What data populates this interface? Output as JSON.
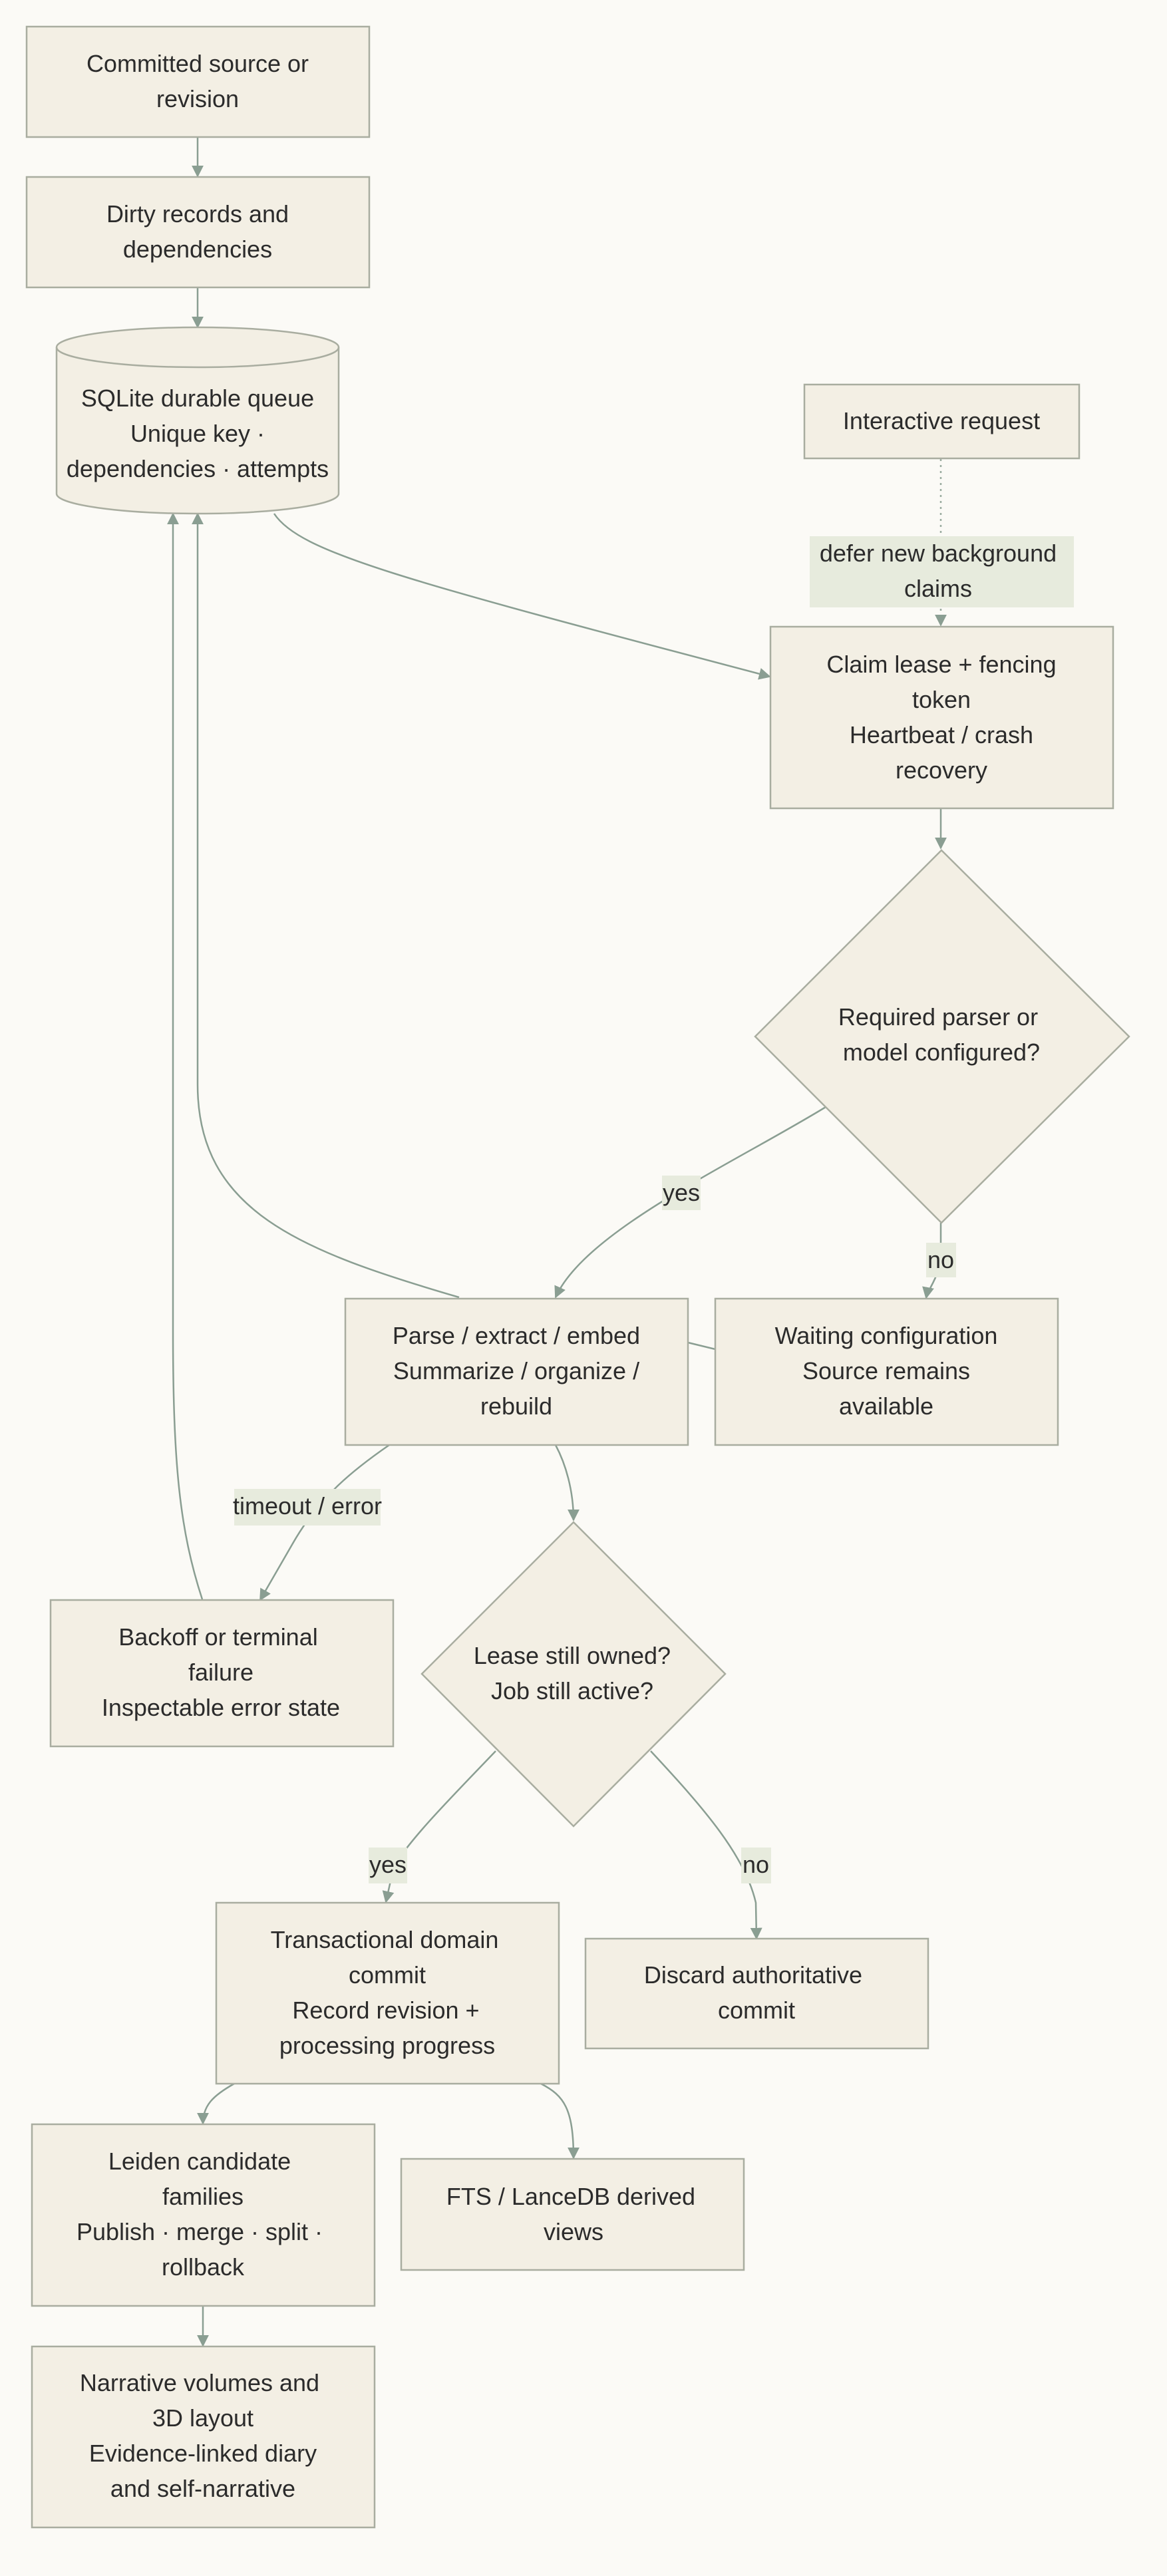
{
  "nodes": {
    "committed_source": {
      "lines": [
        "Committed source or",
        "revision"
      ]
    },
    "dirty_records": {
      "lines": [
        "Dirty records and",
        "dependencies"
      ]
    },
    "durable_queue": {
      "lines": [
        "SQLite durable queue",
        "Unique key ·",
        "dependencies · attempts"
      ]
    },
    "interactive_request": {
      "lines": [
        "Interactive request"
      ]
    },
    "claim_lease": {
      "lines": [
        "Claim lease + fencing",
        "token",
        "Heartbeat / crash",
        "recovery"
      ]
    },
    "parser_configured": {
      "lines": [
        "Required parser or",
        "model configured?"
      ]
    },
    "parse_extract": {
      "lines": [
        "Parse / extract / embed",
        "Summarize / organize /",
        "rebuild"
      ]
    },
    "waiting_configuration": {
      "lines": [
        "Waiting configuration",
        "Source remains",
        "available"
      ]
    },
    "backoff_failure": {
      "lines": [
        "Backoff or terminal",
        "failure",
        "Inspectable error state"
      ]
    },
    "lease_owned": {
      "lines": [
        "Lease still owned?",
        "Job still active?"
      ]
    },
    "transactional_commit": {
      "lines": [
        "Transactional domain",
        "commit",
        "Record revision +",
        "processing progress"
      ]
    },
    "discard_commit": {
      "lines": [
        "Discard authoritative",
        "commit"
      ]
    },
    "leiden_families": {
      "lines": [
        "Leiden candidate",
        "families",
        "Publish · merge · split ·",
        "rollback"
      ]
    },
    "derived_views": {
      "lines": [
        "FTS / LanceDB derived",
        "views"
      ]
    },
    "narrative_volumes": {
      "lines": [
        "Narrative volumes and",
        "3D layout",
        "Evidence-linked diary",
        "and self-narrative"
      ]
    }
  },
  "edge_labels": {
    "defer_claims": [
      "defer new background",
      "claims"
    ],
    "yes_configured": [
      "yes"
    ],
    "no_configured": [
      "no"
    ],
    "timeout_error": [
      "timeout / error"
    ],
    "yes_owned": [
      "yes"
    ],
    "no_owned": [
      "no"
    ]
  },
  "colors": {
    "node_fill": "#f3efe4",
    "node_stroke": "#a9ada0",
    "edge": "#8a9e92",
    "label_bg": "#e7ebdd",
    "text": "#2b2b2b",
    "background": "#fbfaf6"
  }
}
